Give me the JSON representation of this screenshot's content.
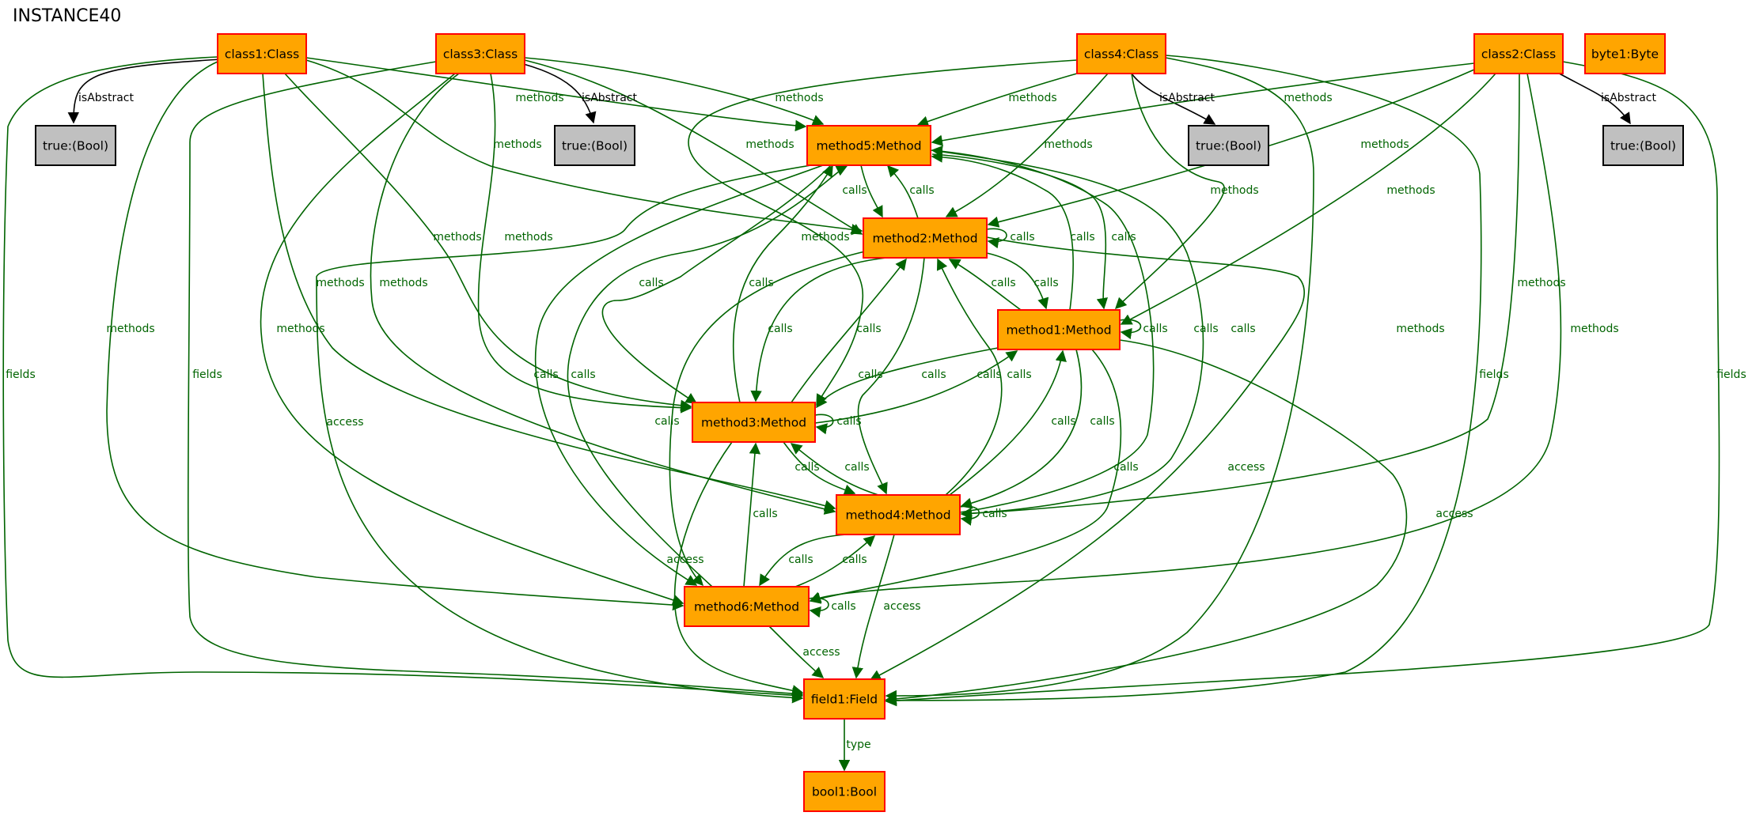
{
  "diagram": {
    "title": "INSTANCE40",
    "colors": {
      "object_fill": "#ffa500",
      "object_stroke": "#ff0000",
      "value_fill": "#c0c0c0",
      "value_stroke": "#000000",
      "green_edge": "#006400",
      "black_edge": "#000000"
    },
    "nodes": [
      {
        "id": "class1",
        "label": "class1:Class",
        "kind": "object"
      },
      {
        "id": "class3",
        "label": "class3:Class",
        "kind": "object"
      },
      {
        "id": "class4",
        "label": "class4:Class",
        "kind": "object"
      },
      {
        "id": "class2",
        "label": "class2:Class",
        "kind": "object"
      },
      {
        "id": "byte1",
        "label": "byte1:Byte",
        "kind": "object"
      },
      {
        "id": "bool_t1",
        "label": "true:(Bool)",
        "kind": "value"
      },
      {
        "id": "bool_t3",
        "label": "true:(Bool)",
        "kind": "value"
      },
      {
        "id": "bool_t4",
        "label": "true:(Bool)",
        "kind": "value"
      },
      {
        "id": "bool_t2",
        "label": "true:(Bool)",
        "kind": "value"
      },
      {
        "id": "method5",
        "label": "method5:Method",
        "kind": "object"
      },
      {
        "id": "method2",
        "label": "method2:Method",
        "kind": "object"
      },
      {
        "id": "method1",
        "label": "method1:Method",
        "kind": "object"
      },
      {
        "id": "method3",
        "label": "method3:Method",
        "kind": "object"
      },
      {
        "id": "method4",
        "label": "method4:Method",
        "kind": "object"
      },
      {
        "id": "method6",
        "label": "method6:Method",
        "kind": "object"
      },
      {
        "id": "field1",
        "label": "field1:Field",
        "kind": "object"
      },
      {
        "id": "bool1",
        "label": "bool1:Bool",
        "kind": "object"
      }
    ],
    "edges": [
      {
        "from": "class1",
        "to": "bool_t1",
        "label": "isAbstract",
        "color": "black"
      },
      {
        "from": "class3",
        "to": "bool_t3",
        "label": "isAbstract",
        "color": "black"
      },
      {
        "from": "class4",
        "to": "bool_t4",
        "label": "isAbstract",
        "color": "black"
      },
      {
        "from": "class2",
        "to": "bool_t2",
        "label": "isAbstract",
        "color": "black"
      },
      {
        "from": "class1",
        "to": "method5",
        "label": "methods",
        "color": "green"
      },
      {
        "from": "class1",
        "to": "method2",
        "label": "methods",
        "color": "green"
      },
      {
        "from": "class1",
        "to": "method3",
        "label": "methods",
        "color": "green"
      },
      {
        "from": "class1",
        "to": "method4",
        "label": "methods",
        "color": "green"
      },
      {
        "from": "class1",
        "to": "method6",
        "label": "methods",
        "color": "green"
      },
      {
        "from": "class1",
        "to": "field1",
        "label": "fields",
        "color": "green"
      },
      {
        "from": "class3",
        "to": "method5",
        "label": "methods",
        "color": "green"
      },
      {
        "from": "class3",
        "to": "method2",
        "label": "methods",
        "color": "green"
      },
      {
        "from": "class3",
        "to": "method3",
        "label": "methods",
        "color": "green"
      },
      {
        "from": "class3",
        "to": "method4",
        "label": "methods",
        "color": "green"
      },
      {
        "from": "class3",
        "to": "method6",
        "label": "methods",
        "color": "green"
      },
      {
        "from": "class3",
        "to": "field1",
        "label": "fields",
        "color": "green"
      },
      {
        "from": "class4",
        "to": "method5",
        "label": "methods",
        "color": "green"
      },
      {
        "from": "class4",
        "to": "method2",
        "label": "methods",
        "color": "green"
      },
      {
        "from": "class4",
        "to": "method1",
        "label": "methods",
        "color": "green"
      },
      {
        "from": "class4",
        "to": "method3",
        "label": "methods",
        "color": "green"
      },
      {
        "from": "class4",
        "to": "field1",
        "label": "methods",
        "color": "green"
      },
      {
        "from": "class4",
        "to": "field1",
        "label": "fields",
        "color": "green"
      },
      {
        "from": "class2",
        "to": "method5",
        "label": "methods",
        "color": "green"
      },
      {
        "from": "class2",
        "to": "method2",
        "label": "methods",
        "color": "green"
      },
      {
        "from": "class2",
        "to": "method1",
        "label": "methods",
        "color": "green"
      },
      {
        "from": "class2",
        "to": "method4",
        "label": "methods",
        "color": "green"
      },
      {
        "from": "class2",
        "to": "method6",
        "label": "methods",
        "color": "green"
      },
      {
        "from": "class2",
        "to": "field1",
        "label": "fields",
        "color": "green"
      },
      {
        "from": "method5",
        "to": "method2",
        "label": "calls",
        "color": "green"
      },
      {
        "from": "method2",
        "to": "method5",
        "label": "calls",
        "color": "green"
      },
      {
        "from": "method5",
        "to": "method1",
        "label": "calls",
        "color": "green"
      },
      {
        "from": "method1",
        "to": "method5",
        "label": "calls",
        "color": "green"
      },
      {
        "from": "method5",
        "to": "method3",
        "label": "calls",
        "color": "green"
      },
      {
        "from": "method3",
        "to": "method5",
        "label": "calls",
        "color": "green"
      },
      {
        "from": "method5",
        "to": "method4",
        "label": "calls",
        "color": "green"
      },
      {
        "from": "method4",
        "to": "method5",
        "label": "calls",
        "color": "green"
      },
      {
        "from": "method5",
        "to": "method6",
        "label": "calls",
        "color": "green"
      },
      {
        "from": "method6",
        "to": "method5",
        "label": "calls",
        "color": "green"
      },
      {
        "from": "method5",
        "to": "field1",
        "label": "access",
        "color": "green"
      },
      {
        "from": "method2",
        "to": "method2",
        "label": "calls",
        "color": "green"
      },
      {
        "from": "method2",
        "to": "method1",
        "label": "calls",
        "color": "green"
      },
      {
        "from": "method1",
        "to": "method2",
        "label": "calls",
        "color": "green"
      },
      {
        "from": "method2",
        "to": "method3",
        "label": "calls",
        "color": "green"
      },
      {
        "from": "method3",
        "to": "method2",
        "label": "calls",
        "color": "green"
      },
      {
        "from": "method2",
        "to": "method4",
        "label": "calls",
        "color": "green"
      },
      {
        "from": "method4",
        "to": "method2",
        "label": "calls",
        "color": "green"
      },
      {
        "from": "method2",
        "to": "method6",
        "label": "calls",
        "color": "green"
      },
      {
        "from": "method2",
        "to": "field1",
        "label": "access",
        "color": "green"
      },
      {
        "from": "method1",
        "to": "method1",
        "label": "calls",
        "color": "green"
      },
      {
        "from": "method1",
        "to": "method3",
        "label": "calls",
        "color": "green"
      },
      {
        "from": "method3",
        "to": "method1",
        "label": "calls",
        "color": "green"
      },
      {
        "from": "method1",
        "to": "method4",
        "label": "calls",
        "color": "green"
      },
      {
        "from": "method4",
        "to": "method1",
        "label": "calls",
        "color": "green"
      },
      {
        "from": "method1",
        "to": "method6",
        "label": "calls",
        "color": "green"
      },
      {
        "from": "method1",
        "to": "field1",
        "label": "access",
        "color": "green"
      },
      {
        "from": "method3",
        "to": "method3",
        "label": "calls",
        "color": "green"
      },
      {
        "from": "method3",
        "to": "method4",
        "label": "calls",
        "color": "green"
      },
      {
        "from": "method4",
        "to": "method3",
        "label": "calls",
        "color": "green"
      },
      {
        "from": "method6",
        "to": "method3",
        "label": "calls",
        "color": "green"
      },
      {
        "from": "method3",
        "to": "field1",
        "label": "access",
        "color": "green"
      },
      {
        "from": "method4",
        "to": "method4",
        "label": "calls",
        "color": "green"
      },
      {
        "from": "method4",
        "to": "method6",
        "label": "calls",
        "color": "green"
      },
      {
        "from": "method6",
        "to": "method4",
        "label": "calls",
        "color": "green"
      },
      {
        "from": "method4",
        "to": "field1",
        "label": "access",
        "color": "green"
      },
      {
        "from": "method6",
        "to": "method6",
        "label": "calls",
        "color": "green"
      },
      {
        "from": "method6",
        "to": "field1",
        "label": "access",
        "color": "green"
      },
      {
        "from": "field1",
        "to": "bool1",
        "label": "type",
        "color": "green"
      }
    ]
  }
}
